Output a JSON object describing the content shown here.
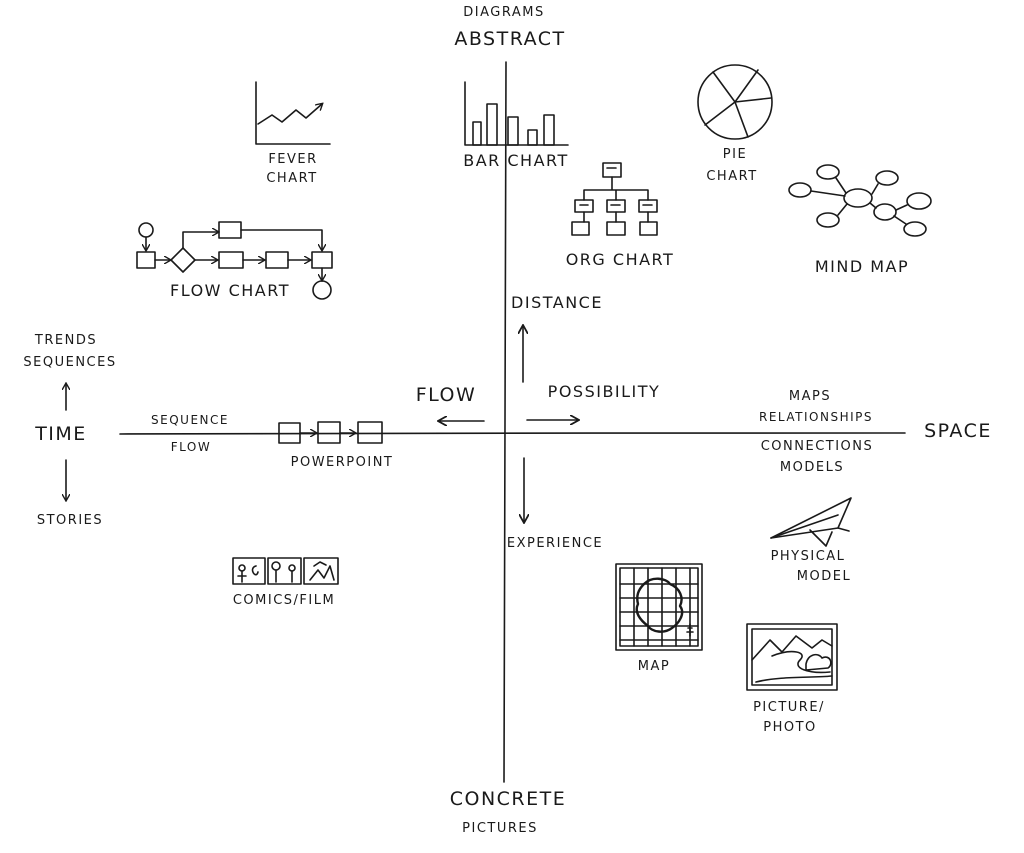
{
  "axes": {
    "top_small": "DIAGRAMS",
    "top": "ABSTRACT",
    "bottom": "CONCRETE",
    "bottom_small": "PICTURES",
    "left": "TIME",
    "right": "SPACE"
  },
  "time_side": {
    "up": [
      "TRENDS",
      "SEQUENCES"
    ],
    "down": "STORIES",
    "axis_top": "SEQUENCE",
    "axis_bottom": "FLOW"
  },
  "space_side": {
    "axis_top": [
      "MAPS",
      "RELATIONSHIPS"
    ],
    "axis_bottom": [
      "CONNECTIONS",
      "MODELS"
    ]
  },
  "center_arrows": {
    "up": "DISTANCE",
    "left": "FLOW",
    "right": "POSSIBILITY",
    "down": "EXPERIENCE"
  },
  "items": {
    "fever_chart": [
      "FEVER",
      "CHART"
    ],
    "bar_chart": "BAR CHART",
    "pie_chart": [
      "PIE",
      "CHART"
    ],
    "org_chart": "ORG CHART",
    "mind_map": "MIND MAP",
    "flow_chart": "FLOW CHART",
    "powerpoint": "POWERPOINT",
    "comics_film": "COMICS/FILM",
    "physical_model": [
      "PHYSICAL",
      "MODEL"
    ],
    "map": "MAP",
    "picture_photo": [
      "PICTURE/",
      "PHOTO"
    ]
  },
  "colors": {
    "ink": "#1a1a1a",
    "paper": "#ffffff"
  }
}
